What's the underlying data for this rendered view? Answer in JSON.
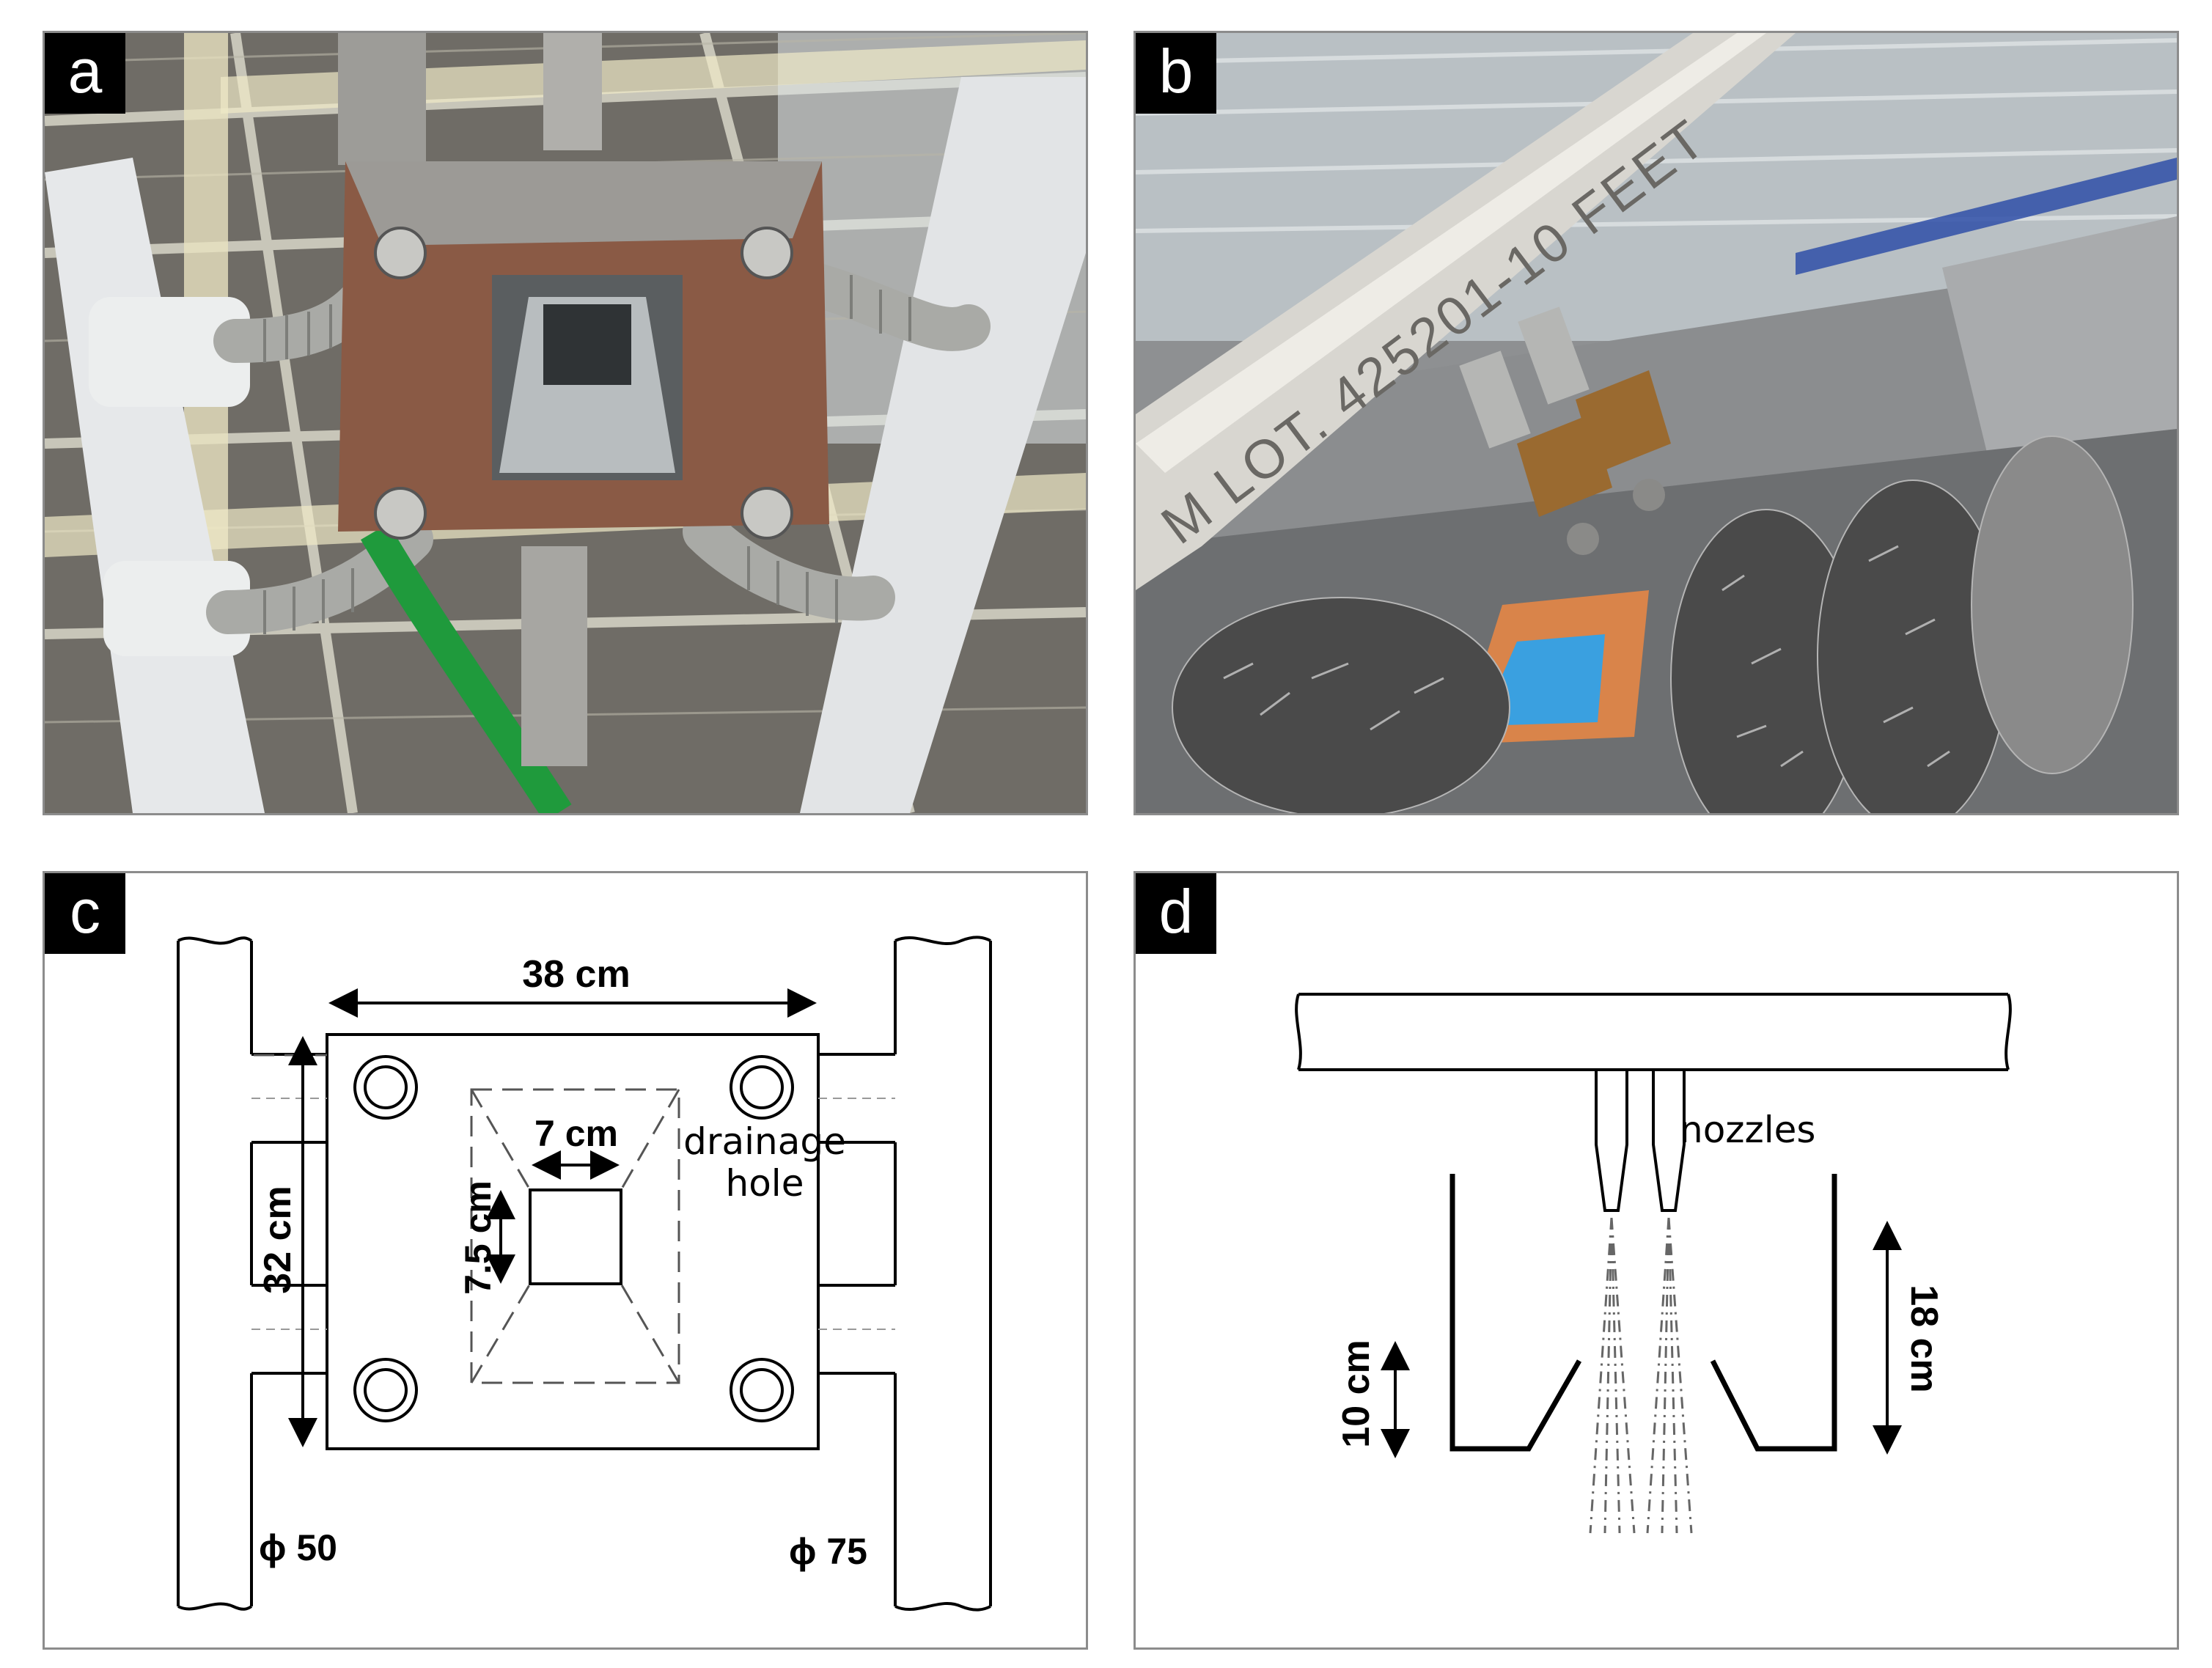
{
  "panels": {
    "a": {
      "label": "a"
    },
    "b": {
      "label": "b",
      "pipe_text": "M LOT. 425201-10 FEET"
    },
    "c": {
      "label": "c",
      "dim_width": "38 cm",
      "dim_height": "32 cm",
      "dim_hole_width": "7 cm",
      "dim_hole_height": "7.5 cm",
      "drainage_label_line1": "drainage",
      "drainage_label_line2": "hole",
      "pipe_left_label": "ϕ 50",
      "pipe_right_label": "ϕ 75"
    },
    "d": {
      "label": "d",
      "nozzles_label": "nozzles",
      "dim_tray_height": "18 cm",
      "dim_slope_height": "10 cm"
    }
  },
  "colors": {
    "hose_green": "#1f9a3c",
    "rusty_box": "#8a5a45",
    "pipe_white": "#e6e8ea",
    "nozzle_brass": "#9a6a30"
  }
}
